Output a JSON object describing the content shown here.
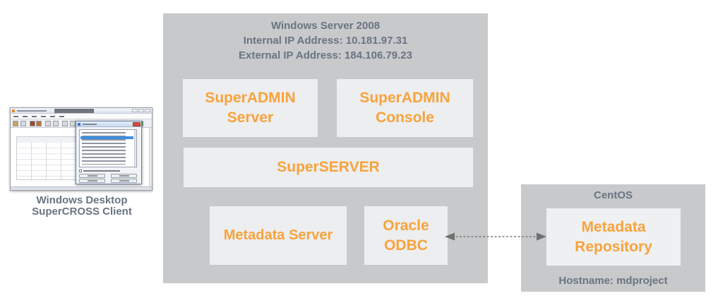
{
  "colors": {
    "accent_orange": "#F8A33C",
    "text_slate": "#6A7482",
    "panel_gray": "#C7C9CB",
    "component_box_bg": "#EDEEEF"
  },
  "client": {
    "caption_line1": "Windows Desktop",
    "caption_line2": "SuperCROSS Client"
  },
  "windows_server": {
    "title": "Windows Server 2008",
    "internal_ip": "Internal IP Address: 10.181.97.31",
    "external_ip": "External IP Address: 184.106.79.23",
    "components": {
      "superadmin_server": "SuperADMIN Server",
      "superadmin_console": "SuperADMIN Console",
      "superserver": "SuperSERVER",
      "metadata_server": "Metadata Server",
      "oracle_odbc": "Oracle ODBC"
    }
  },
  "centos": {
    "title": "CentOS",
    "component": "Metadata Repository",
    "hostname": "Hostname: mdproject"
  }
}
